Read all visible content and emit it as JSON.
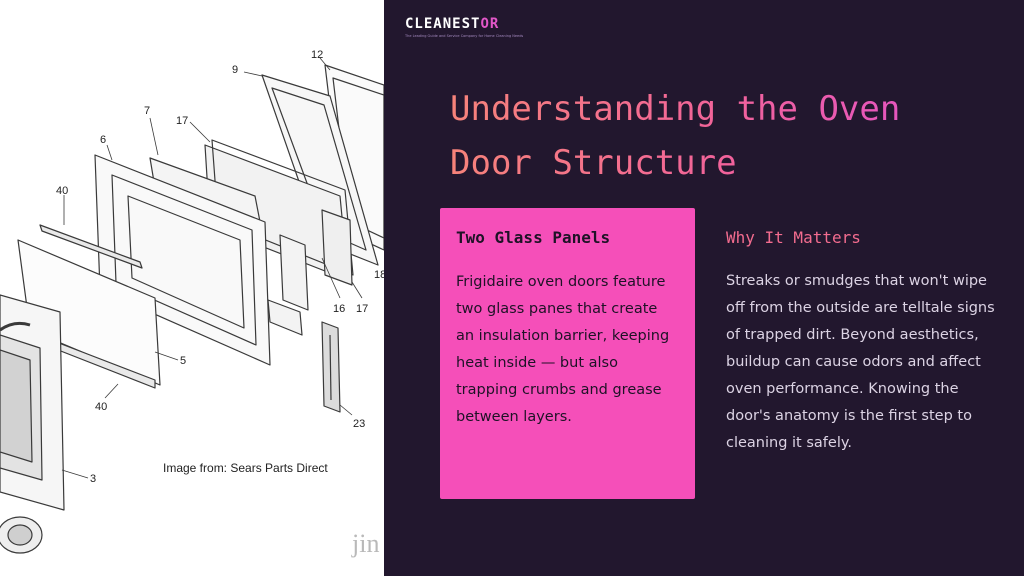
{
  "brand": {
    "name_part1": "CLEANEST",
    "name_part2": "OR",
    "tagline": "The Leading Guide and Service Company for Home Cleaning Needs"
  },
  "title": "Understanding the Oven Door Structure",
  "card": {
    "heading": "Two Glass Panels",
    "body": "Frigidaire oven doors feature two glass panes that create an insulation barrier, keeping heat inside — but also trapping crumbs and grease between layers."
  },
  "matters": {
    "heading": "Why It Matters",
    "body": "Streaks or smudges that won't wipe off from the outside are telltale signs of trapped dirt. Beyond aesthetics, buildup can cause odors and affect oven performance. Knowing the door's anatomy is the first step to cleaning it safely."
  },
  "diagram": {
    "caption": "Image from: Sears Parts Direct",
    "watermark": "jin",
    "part_numbers": {
      "p12": "12",
      "p9": "9",
      "p7": "7",
      "p17a": "17",
      "p6": "6",
      "p40a": "40",
      "p16": "16",
      "p17b": "17",
      "p18": "18",
      "p5": "5",
      "p40b": "40",
      "p23": "23",
      "p3": "3"
    }
  },
  "colors": {
    "background": "#22172e",
    "card": "#f54fb9",
    "accent_pink": "#f36c8f",
    "title_gradient_start": "#f6837a",
    "title_gradient_end": "#e04fcf"
  }
}
